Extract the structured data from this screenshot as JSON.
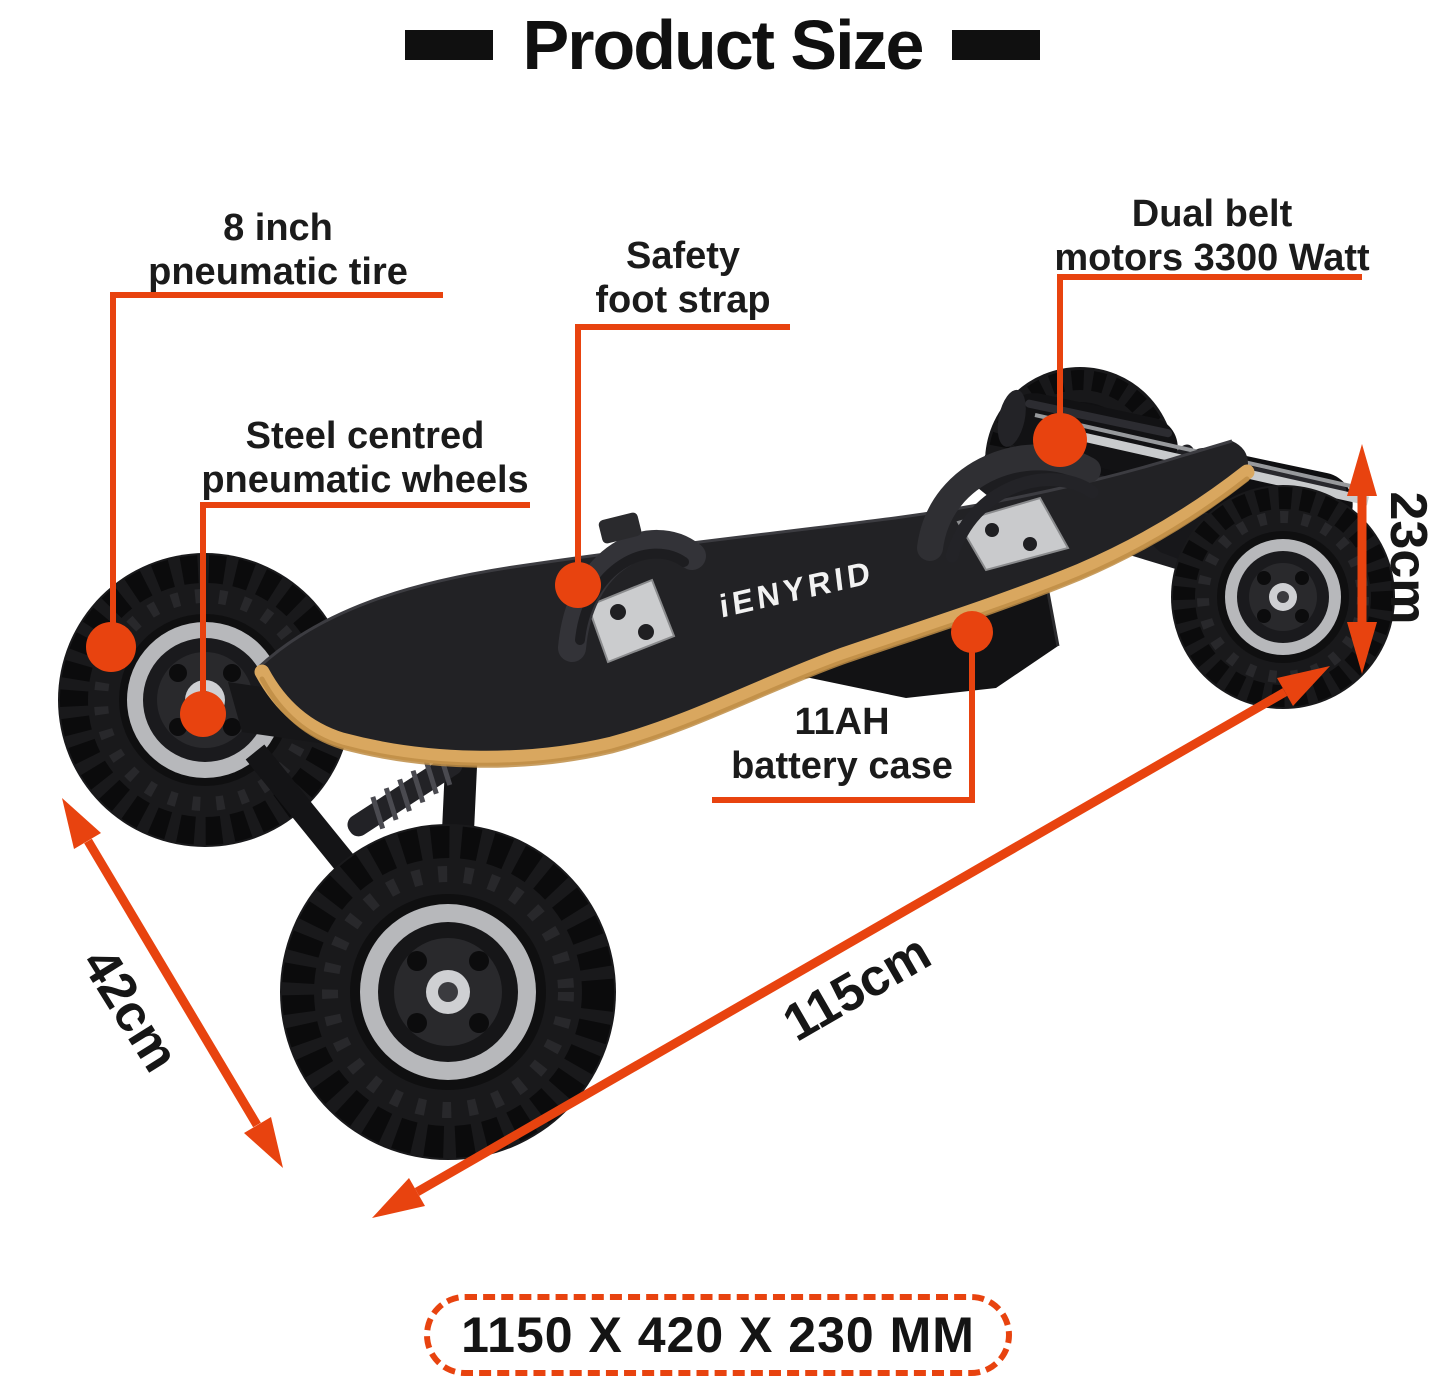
{
  "title": "Product Size",
  "brand": "iENYRID",
  "callouts": {
    "tire": {
      "line1": "8 inch",
      "line2": "pneumatic tire"
    },
    "wheels": {
      "line1": "Steel centred",
      "line2": "pneumatic wheels"
    },
    "strap": {
      "line1": "Safety",
      "line2": "foot strap"
    },
    "motors": {
      "line1": "Dual belt",
      "line2": "motors 3300 Watt"
    },
    "battery": {
      "line1": "11AH",
      "line2": "battery case"
    }
  },
  "dimensions": {
    "height": "23cm",
    "width": "42cm",
    "length": "115cm",
    "overall_size": "1150 X 420 X 230 MM"
  },
  "colors": {
    "accent": "#E8430F",
    "text": "#1B1B1B",
    "deck_wood": "#D9A75F",
    "background": "#FFFFFF"
  }
}
